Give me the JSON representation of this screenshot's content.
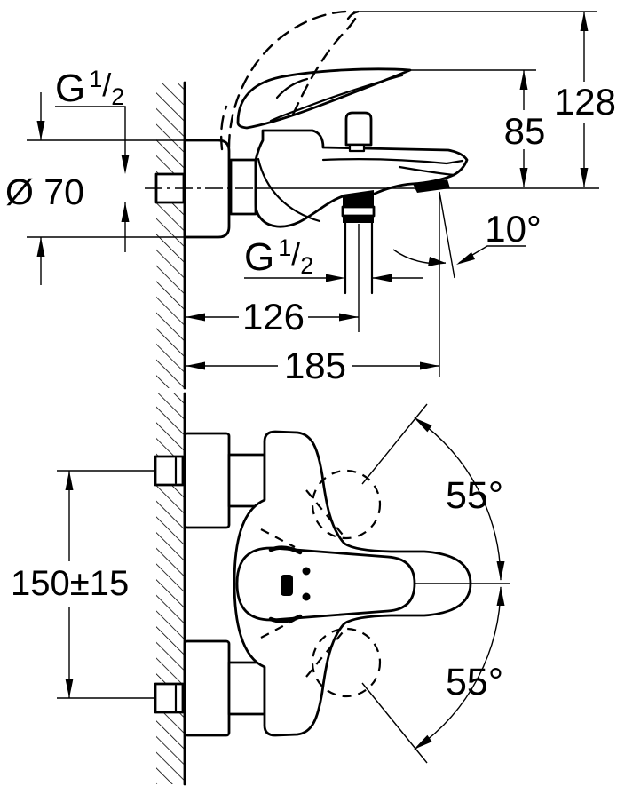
{
  "colors": {
    "background": "#ffffff",
    "line": "#000000"
  },
  "side": {
    "thread_top": {
      "prefix": "G",
      "numerator": "1",
      "slash": "/",
      "denominator": "2",
      "value": "G 1/2"
    },
    "escutcheon_diameter": "Ø 70",
    "height_overall": "128",
    "height_to_spout": "85",
    "spout_angle": "10°",
    "thread_mid": {
      "prefix": "G",
      "numerator": "1",
      "slash": "/",
      "denominator": "2",
      "value": "G 1/2"
    },
    "wall_to_outlet": "126",
    "wall_to_spout": "185"
  },
  "plan": {
    "center_distance": "150±15",
    "swivel_up": "55°",
    "swivel_down": "55°"
  }
}
